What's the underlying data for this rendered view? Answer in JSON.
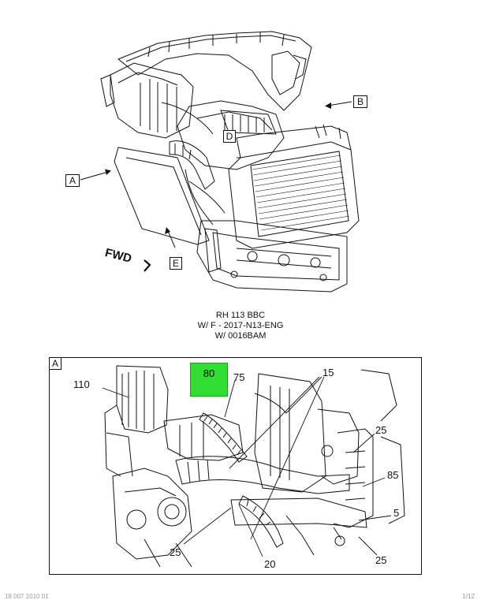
{
  "callouts": {
    "a": "A",
    "b": "B",
    "d": "D",
    "e": "E"
  },
  "fwd_label": "FWD",
  "caption": {
    "line1": "RH 113 BBC",
    "line2": "W/ F - 2017-N13-ENG",
    "line3": "W/ 0016BAM"
  },
  "detail": {
    "tag": "A",
    "highlight": {
      "label": "80",
      "color": "#33dd33"
    },
    "part_labels": [
      "110",
      "75",
      "15",
      "25",
      "85",
      "5",
      "25",
      "20",
      "25"
    ]
  },
  "footer": {
    "left": "18 007 1010 01",
    "right": "1/12"
  }
}
